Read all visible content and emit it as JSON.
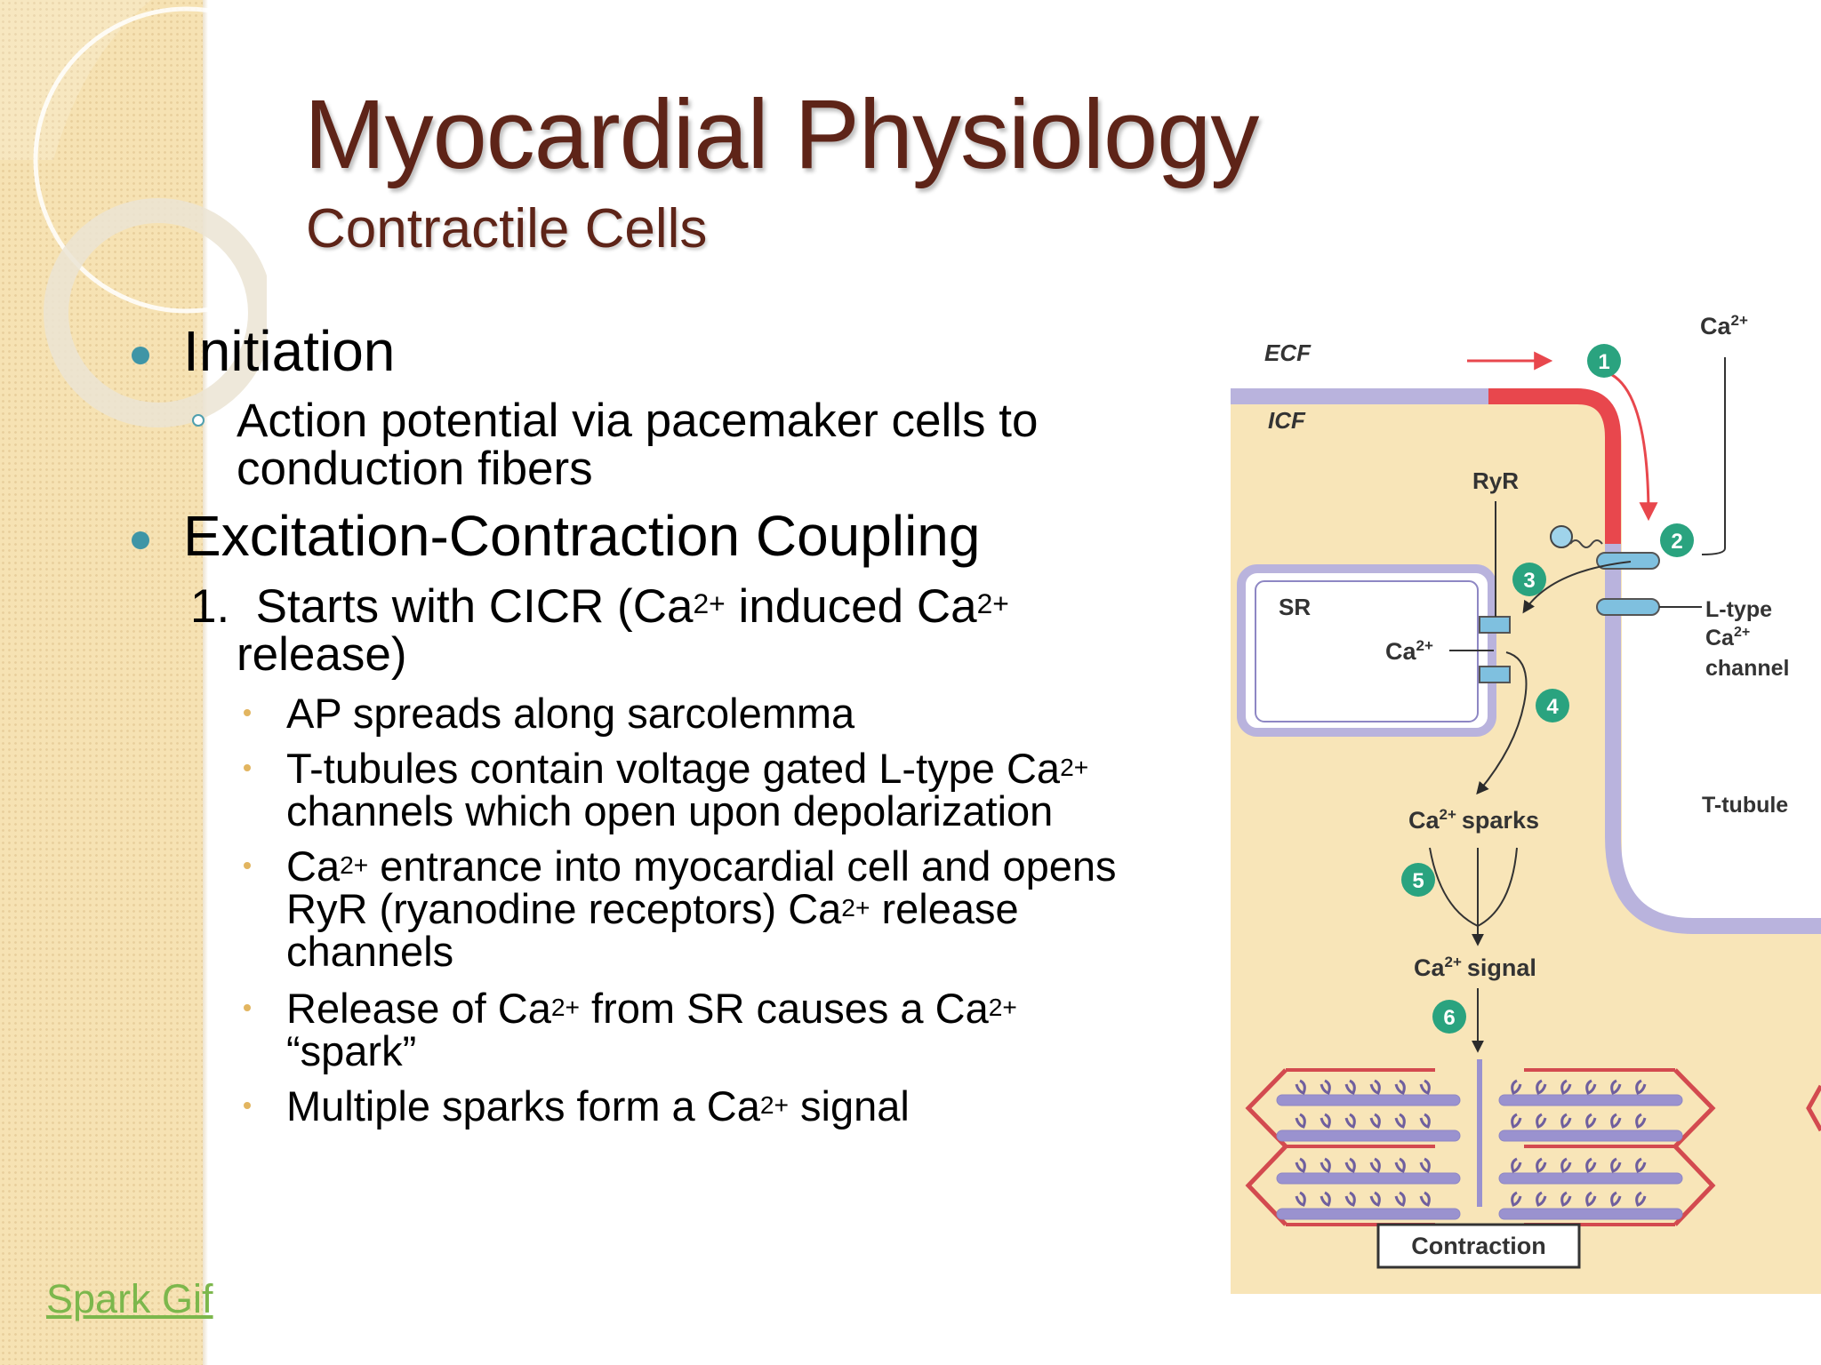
{
  "slide": {
    "title": "Myocardial Physiology",
    "subtitle": "Contractile Cells"
  },
  "content": {
    "initiation": {
      "heading": "Initiation",
      "sub_line1": "Action potential via pacemaker cells to",
      "sub_line2": "conduction fibers"
    },
    "ecc": {
      "heading": "Excitation-Contraction Coupling",
      "step1": {
        "number": "1.",
        "text_a": "Starts with CICR (Ca",
        "sup": "2+",
        "text_b": " induced Ca",
        "text_c": "release)"
      },
      "bullets": {
        "b1": "AP spreads along sarcolemma",
        "b2_a": "T-tubules contain voltage gated L-type Ca",
        "b2_b": "channels which open upon depolarization",
        "b3_a": "Ca",
        "b3_b": " entrance into myocardial cell and opens",
        "b3_c": "RyR (ryanodine receptors) Ca",
        "b3_d": " release",
        "b3_e": "channels",
        "b4_a": "Release of Ca",
        "b4_b": " from SR causes a Ca",
        "b4_c": "“spark”",
        "b5_a": "Multiple sparks form a Ca",
        "b5_b": " signal"
      }
    }
  },
  "link": {
    "label": "Spark Gif"
  },
  "diagram": {
    "ecf": "ECF",
    "icf": "ICF",
    "ca_top": "Ca",
    "ca_sup": "2+",
    "ryr": "RyR",
    "sr": "SR",
    "ca_sr": "Ca",
    "ltype_line1": "L-type",
    "ltype_line2": "Ca",
    "ltype_line3": "channel",
    "ttubule": "T-tubule",
    "sparks_ca": "Ca",
    "sparks_word": "sparks",
    "signal_ca": "Ca",
    "signal_word": "signal",
    "contraction": "Contraction",
    "steps": [
      "1",
      "2",
      "3",
      "4",
      "5",
      "6"
    ],
    "colors": {
      "background": "#f8e5b8",
      "membrane": "#b9b3dd",
      "membrane_edge": "#8e87c4",
      "depolarization": "#e8474d",
      "step_badge": "#2aa37f",
      "actin": "#9a92cf",
      "myosin_head": "#6f5f9e",
      "z_line": "#d34a4f"
    }
  }
}
